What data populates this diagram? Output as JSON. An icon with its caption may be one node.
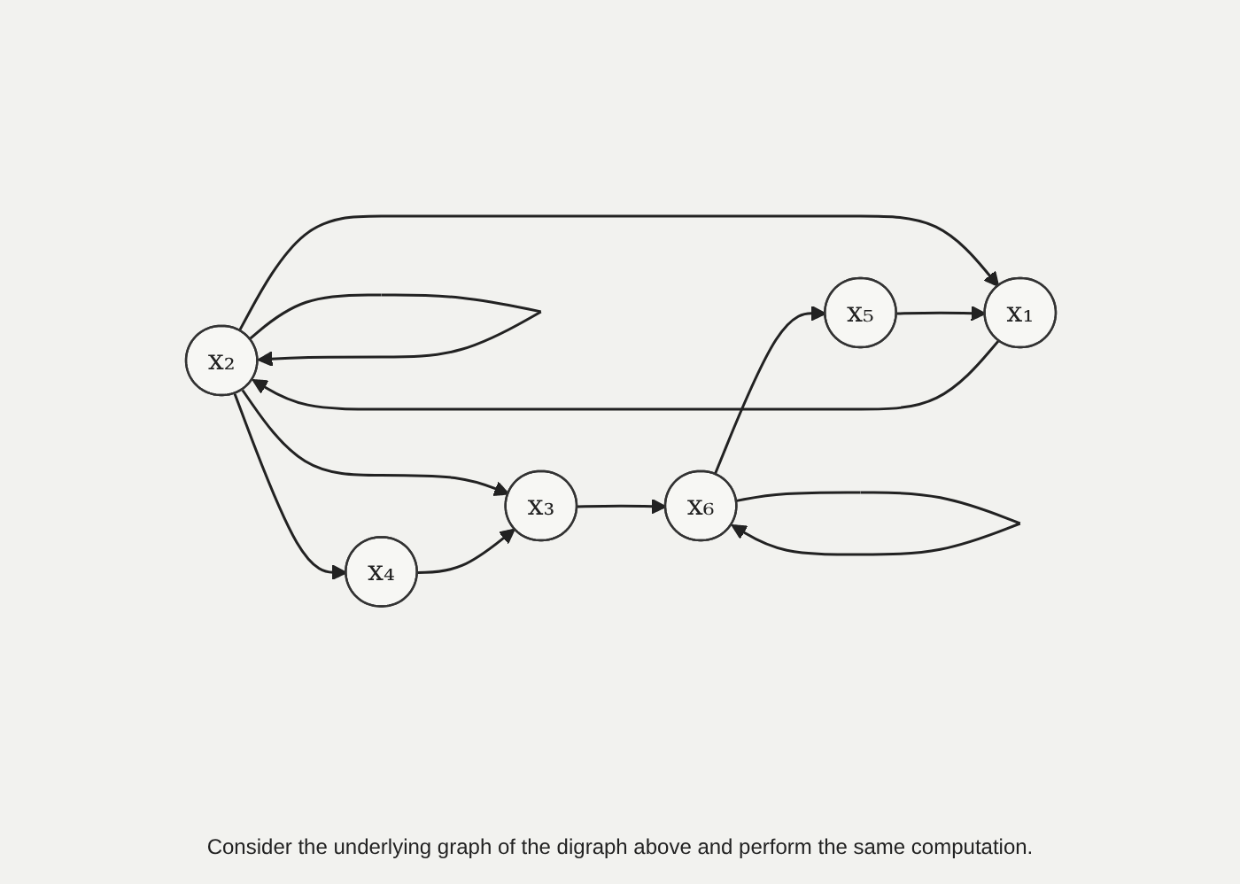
{
  "diagram": {
    "caption": "Consider the underlying graph of the digraph above and perform the same computation.",
    "nodes": [
      {
        "text": [
          "x₂"
        ]
      },
      {
        "text": [
          "x₃"
        ]
      },
      {
        "text": [
          "x₆"
        ]
      },
      {
        "text": [
          "x₁"
        ]
      },
      {
        "text": [
          "x₄"
        ]
      },
      {
        "text": [
          "x₅"
        ]
      }
    ],
    "edges": [
      {
        "from": 0,
        "to": 0,
        "arrow": "to"
      },
      {
        "from": 2,
        "to": 2,
        "arrow": "to"
      },
      {
        "from": 3,
        "to": 0,
        "arrow": "to"
      },
      {
        "from": 0,
        "to": 3,
        "arrow": "to"
      },
      {
        "from": 0,
        "to": 1,
        "arrow": "to"
      },
      {
        "from": 0,
        "to": 4,
        "arrow": "to"
      },
      {
        "from": 4,
        "to": 1,
        "arrow": "to"
      },
      {
        "from": 1,
        "to": 2,
        "arrow": "to"
      },
      {
        "from": 2,
        "to": 5,
        "arrow": "to"
      },
      {
        "from": 5,
        "to": 3,
        "arrow": "to"
      }
    ]
  }
}
